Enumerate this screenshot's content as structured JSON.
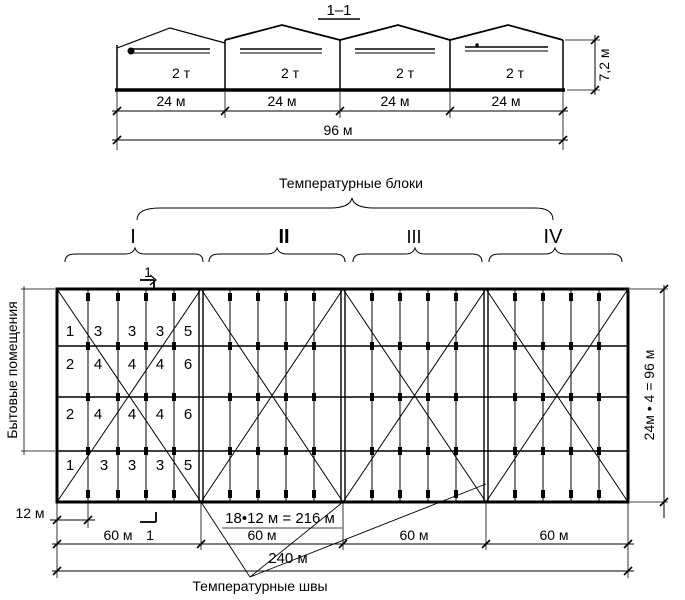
{
  "section": {
    "title": "1–1",
    "load_labels": [
      "2 т",
      "2 т",
      "2 т",
      "2 т"
    ],
    "span_labels": [
      "24 м",
      "24 м",
      "24 м",
      "24 м"
    ],
    "total_label": "96 м",
    "height_label": "7,2 м"
  },
  "plan": {
    "blocks_title": "Температурные блоки",
    "block_numerals": [
      "I",
      "II",
      "III",
      "IV"
    ],
    "section_mark": "1",
    "section_mark_bottom": "1",
    "utility_label": "Бытовые помещения",
    "cells": [
      [
        "1",
        "3",
        "3",
        "3",
        "5"
      ],
      [
        "2",
        "4",
        "4",
        "4",
        "6"
      ],
      [
        "2",
        "4",
        "4",
        "4",
        "6"
      ],
      [
        "1",
        "3",
        "3",
        "3",
        "5"
      ]
    ],
    "width_label": "24м • 4 = 96 м",
    "column_step_label": "12 м",
    "grid_formula": "18•12 м = 216 м",
    "block_lengths": [
      "60 м",
      "60 м",
      "60 м",
      "60 м"
    ],
    "total_length": "240 м",
    "joints_label": "Температурные швы"
  }
}
